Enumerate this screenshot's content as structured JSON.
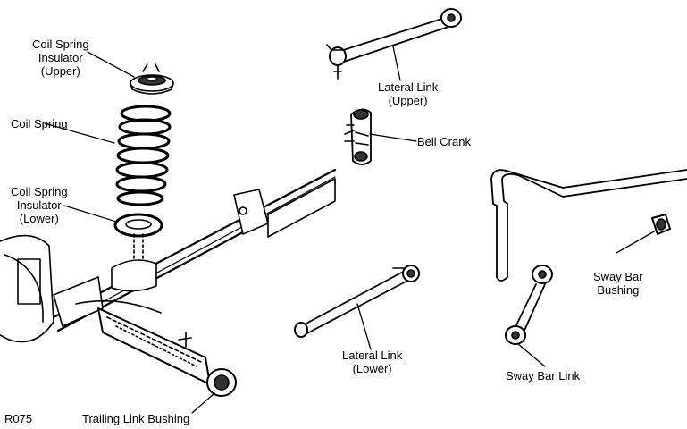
{
  "labels": {
    "coil_spring_insulator_upper": [
      "Coil Spring",
      "Insulator",
      "(Upper)"
    ],
    "coil_spring": "Coil Spring",
    "coil_spring_insulator_lower": [
      "Coil Spring",
      "Insulator",
      "(Lower)"
    ],
    "lateral_link_upper": [
      "Lateral Link",
      "(Upper)"
    ],
    "bell_crank": "Bell Crank",
    "lateral_link_lower": [
      "Lateral Link",
      "(Lower)"
    ],
    "sway_bar_bushing": [
      "Sway Bar",
      "Bushing"
    ],
    "sway_bar_link": "Sway Bar Link",
    "trailing_link_bushing": "Trailing Link Bushing",
    "figure_code": "R075"
  },
  "colors": {
    "line": "#000000",
    "background": "#ffffff"
  }
}
